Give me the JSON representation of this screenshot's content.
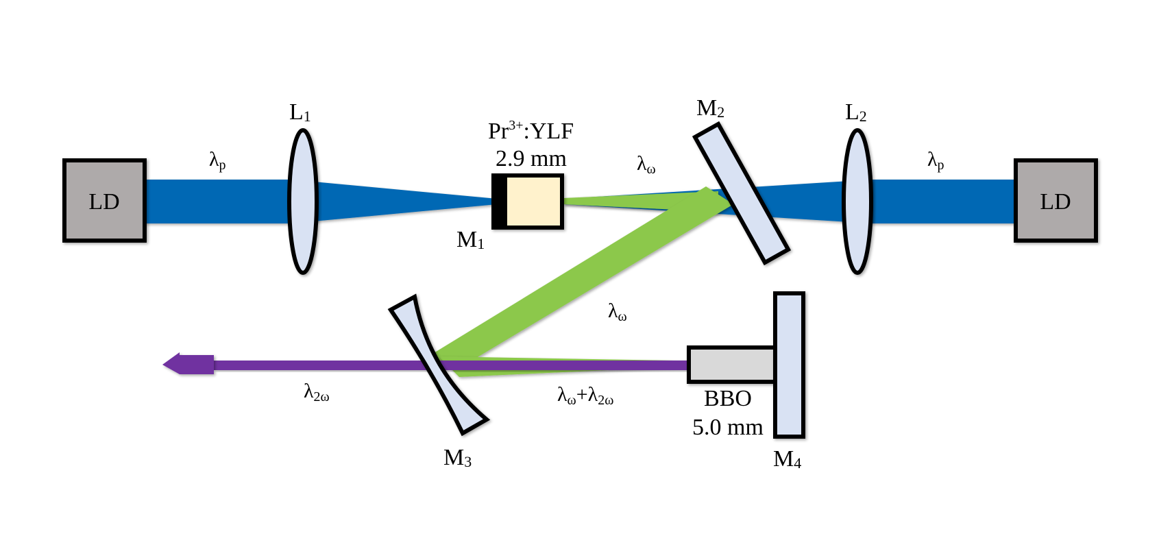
{
  "labels": {
    "ld_left": "LD",
    "ld_right": "LD",
    "L1": {
      "main": "L",
      "sub": "1"
    },
    "L2": {
      "main": "L",
      "sub": "2"
    },
    "M1": {
      "main": "M",
      "sub": "1"
    },
    "M2": {
      "main": "M",
      "sub": "2"
    },
    "M3": {
      "main": "M",
      "sub": "3"
    },
    "M4": {
      "main": "M",
      "sub": "4"
    },
    "crystal": {
      "base": "Pr",
      "sup": "3+",
      "rest": ":YLF",
      "thickness": "2.9 mm"
    },
    "bbo": {
      "name": "BBO",
      "thickness": "5.0 mm"
    },
    "lambda_p_left": {
      "main": "λ",
      "sub": "p"
    },
    "lambda_p_right": {
      "main": "λ",
      "sub": "p"
    },
    "lambda_w_top": {
      "main": "λ",
      "sub": "ω"
    },
    "lambda_w_mid": {
      "main": "λ",
      "sub": "ω"
    },
    "lambda_2w": {
      "main": "λ",
      "sub": "2ω"
    },
    "lambda_sum": {
      "a_main": "λ",
      "a_sub": "ω",
      "plus": "+",
      "b_main": "λ",
      "b_sub": "2ω"
    }
  },
  "colors": {
    "pump_beam": "#0068b4",
    "fundamental_beam": "#8cc84b",
    "second_harmonic_beam": "#7030a0",
    "laser_diode_fill": "#aeaaaa",
    "optic_fill": "#d9e2f3",
    "crystal_fill": "#fff2cc",
    "bbo_fill": "#d9d9d9",
    "outline": "#000000"
  }
}
